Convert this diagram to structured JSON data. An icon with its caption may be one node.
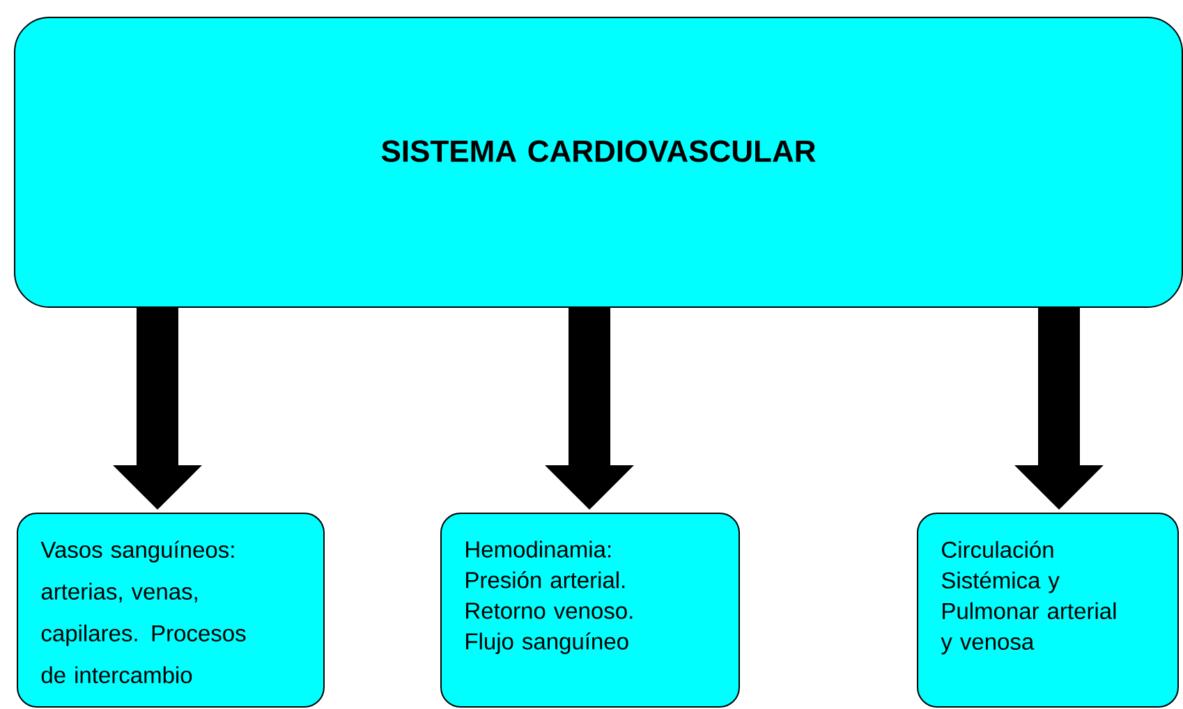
{
  "diagram": {
    "nodes": [
      {
        "text": [
          "SISTEMA CARDIOVASCULAR"
        ]
      },
      {
        "text": [
          "Vasos sanguíneos: arterias, venas, capilares. Procesos de intercambio"
        ]
      },
      {
        "text": [
          "Hemodinamia: Presión arterial. Retorno venoso. Flujo sanguíneo"
        ]
      },
      {
        "text": [
          "Circulación Sistémica y Pulmonar arterial y venosa"
        ]
      }
    ],
    "edges": [
      {
        "from": 0,
        "to": 1,
        "arrow": "to"
      },
      {
        "from": 0,
        "to": 2,
        "arrow": "to"
      },
      {
        "from": 0,
        "to": 3,
        "arrow": "to"
      }
    ]
  }
}
